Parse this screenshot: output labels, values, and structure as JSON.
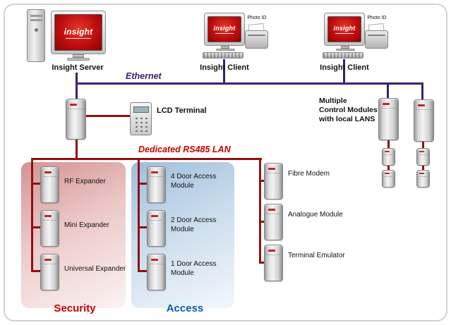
{
  "diagram": {
    "ethernet_label": "Ethernet",
    "rs485_label": "Dedicated RS485 LAN"
  },
  "server": {
    "label": "Insight Server",
    "screen_brand": "insight"
  },
  "clients": [
    {
      "label": "Insight Client",
      "screen_brand": "insight",
      "printer_label": "Photo ID"
    },
    {
      "label": "Insight Client",
      "screen_brand": "insight",
      "printer_label": "Photo ID"
    }
  ],
  "lcd_terminal": {
    "label": "LCD Terminal"
  },
  "control_modules": {
    "note": "Multiple\nControl Modules\nwith local LANS"
  },
  "security": {
    "title": "Security",
    "modules": [
      {
        "label": "RF Expander"
      },
      {
        "label": "Mini Expander"
      },
      {
        "label": "Universal Expander"
      }
    ]
  },
  "access": {
    "title": "Access",
    "modules": [
      {
        "label": "4 Door Access\nModule"
      },
      {
        "label": "2 Door Access\nModule"
      },
      {
        "label": "1 Door Access\nModule"
      }
    ]
  },
  "peripherals": [
    {
      "label": "Fibre Modem"
    },
    {
      "label": "Analogue Module"
    },
    {
      "label": "Terminal Emulator"
    }
  ],
  "colors": {
    "ethernet-line": "#3A2173",
    "rs485-line": "#8E1113",
    "rs485-label": "#C80000",
    "security-title": "#C80000",
    "access-title": "#0A5BAD",
    "screen-red": "#C00D0D",
    "security-panel-top": "#D49293",
    "access-panel-top": "#9FBEDC"
  }
}
